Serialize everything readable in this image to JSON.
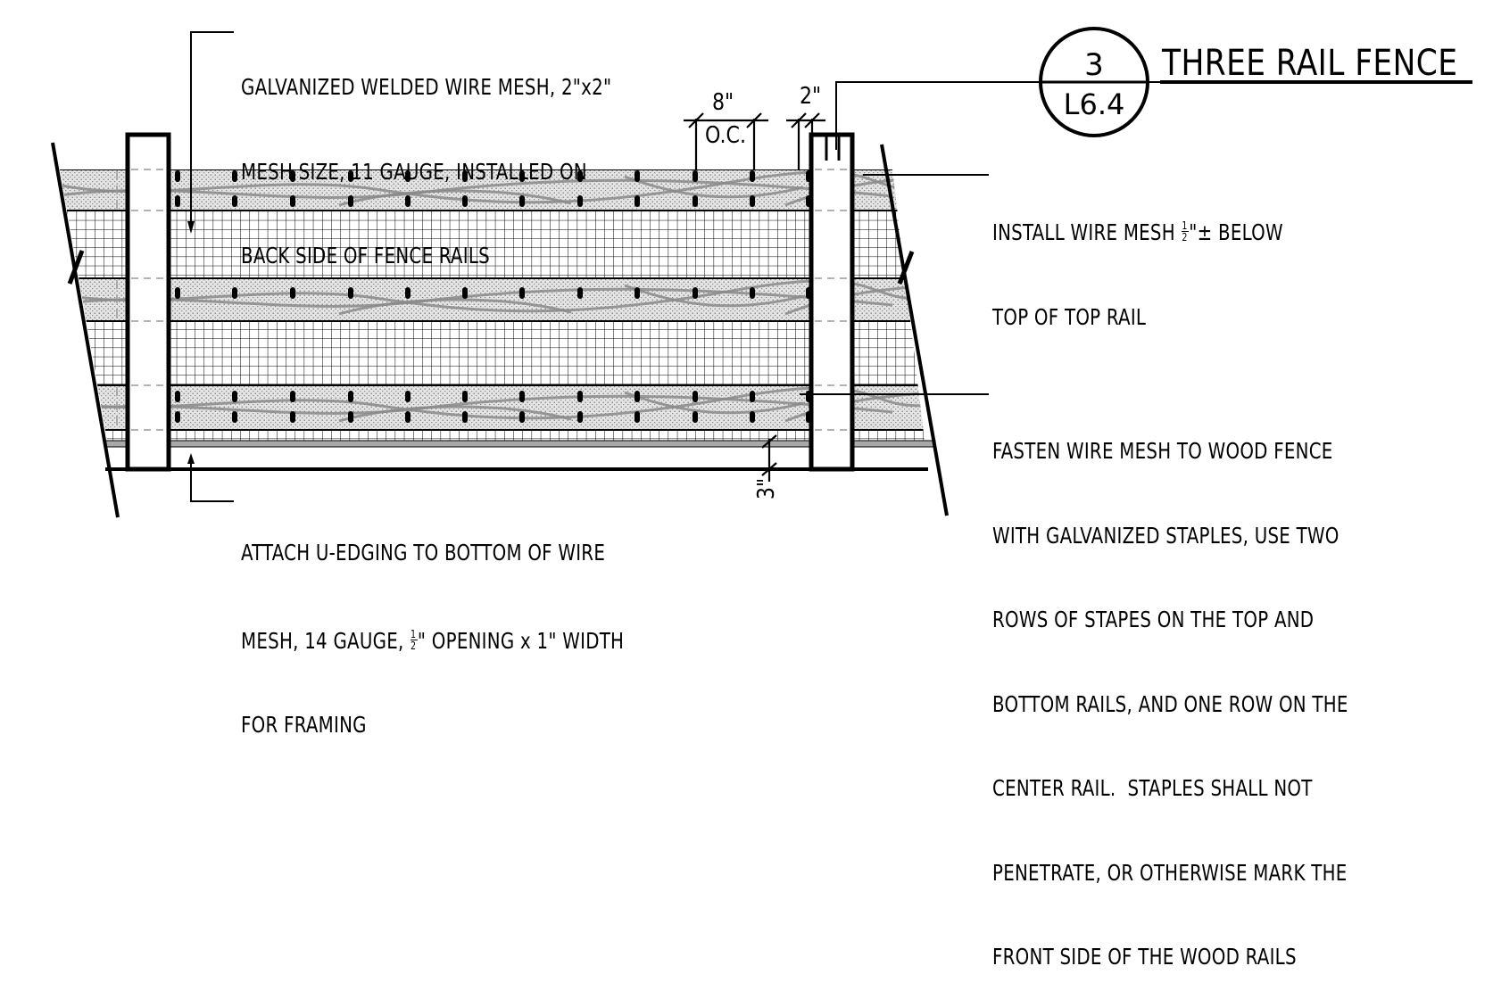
{
  "title": {
    "detail_number": "3",
    "sheet_reference": "L6.4",
    "text": "THREE RAIL FENCE"
  },
  "notes": {
    "mesh": [
      "GALVANIZED WELDED WIRE MESH, 2\"x2\"",
      "MESH SIZE, 11 GAUGE, INSTALLED ON",
      "BACK SIDE OF FENCE RAILS"
    ],
    "install": [
      "INSTALL WIRE MESH ",
      "½",
      "\"± BELOW",
      "TOP OF TOP RAIL"
    ],
    "u_edging": [
      "ATTACH U-EDGING TO BOTTOM OF WIRE",
      "MESH, 14 GAUGE, ",
      "½",
      "\" OPENING x 1\" WIDTH",
      "FOR FRAMING"
    ],
    "fasten": [
      "FASTEN WIRE MESH TO WOOD FENCE",
      "WITH GALVANIZED STAPLES, USE TWO",
      "ROWS OF STAPES ON THE TOP AND",
      "BOTTOM RAILS, AND ONE ROW ON THE",
      "CENTER RAIL.  STAPLES SHALL NOT",
      "PENETRATE, OR OTHERWISE MARK THE",
      "FRONT SIDE OF THE WOOD RAILS"
    ]
  },
  "dimensions": {
    "staple_spacing": "8\"",
    "staple_spacing_note": "O.C.",
    "edge_offset": "2\"",
    "bottom_clearance": "3\""
  },
  "colors": {
    "line": "#000000",
    "rail_fill": "#dedede",
    "mesh": "#000000",
    "wood_grain": "#8a8a8a",
    "u_edging": "#a9a9a9"
  }
}
